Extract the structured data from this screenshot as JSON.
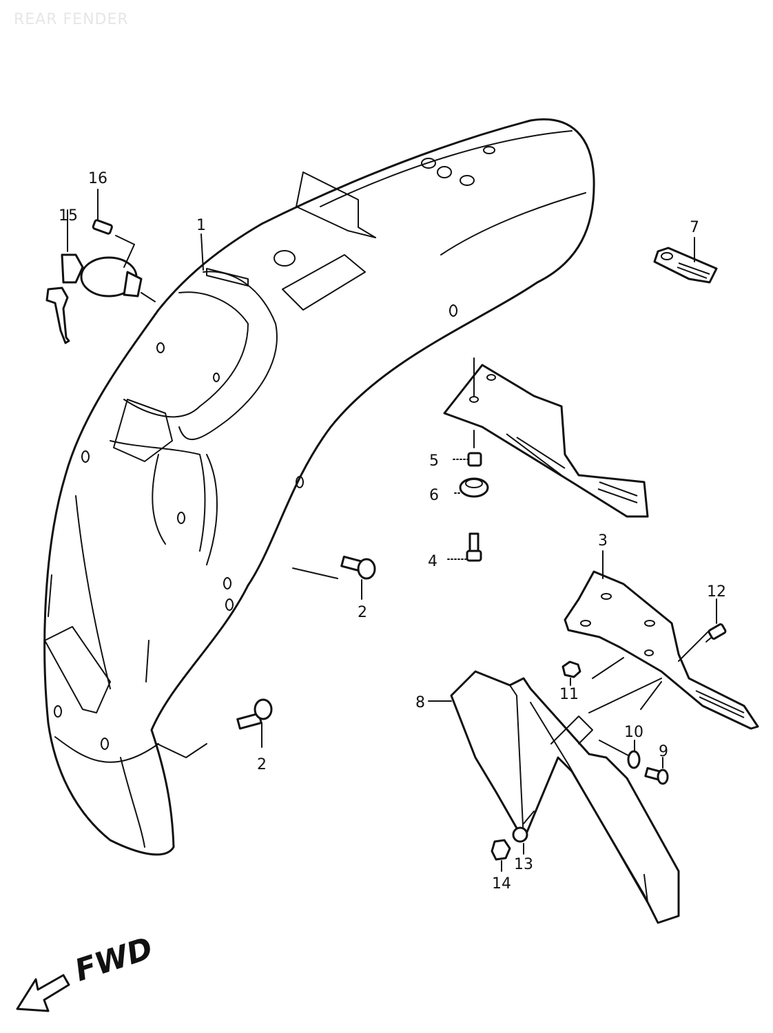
{
  "title": "REAR FENDER",
  "labels": {
    "p1": "1",
    "p2a": "2",
    "p2b": "2",
    "p3": "3",
    "p4": "4",
    "p5": "5",
    "p6": "6",
    "p7": "7",
    "p8": "8",
    "p9": "9",
    "p10": "10",
    "p11": "11",
    "p12": "12",
    "p13": "13",
    "p14": "14",
    "p15": "15",
    "p16": "16"
  },
  "direction_label": "FWD"
}
